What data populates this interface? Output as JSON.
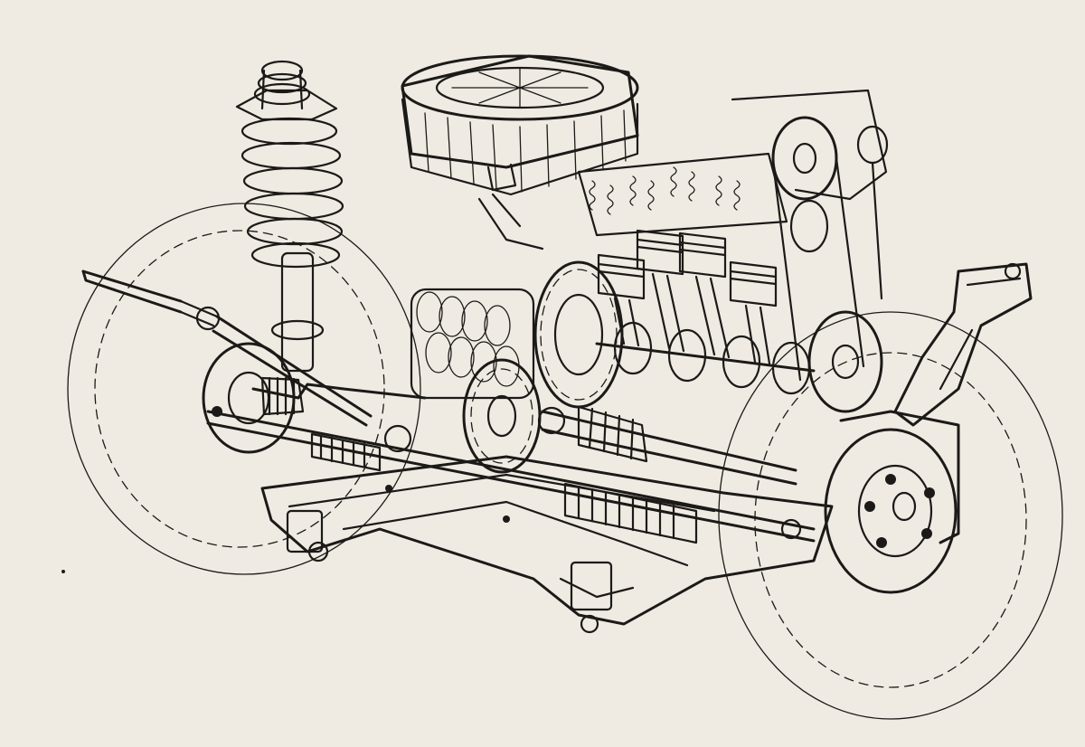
{
  "illustration": {
    "style": "black ink line drawing on off-white paper",
    "ink_color": "#1c1a18",
    "paper_color": "#efebe2",
    "components": [
      "coil-spring-strut",
      "air-filter-housing",
      "valve-springs",
      "pistons",
      "crankshaft",
      "flywheel-ring-gear",
      "gearbox-gears",
      "drive-shafts-with-cv-boots",
      "steering-rack-with-bellows",
      "subframe-crossmember",
      "brake-disc-with-hub",
      "left-wheel-outline",
      "right-wheel-outline",
      "timing-belt-and-pulleys",
      "steering-column-shaft",
      "engine-mount-bracket"
    ]
  }
}
